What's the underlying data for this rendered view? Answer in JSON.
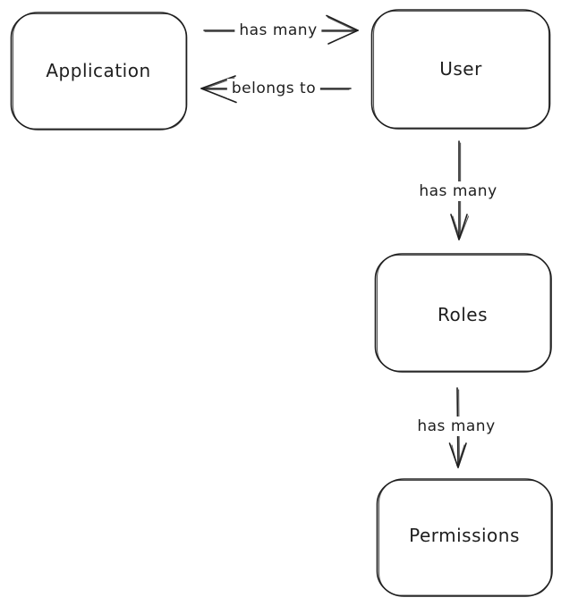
{
  "canvas": {
    "background_color": "#ffffff",
    "stroke_color": "#1e1e1e"
  },
  "diagram": {
    "nodes": [
      {
        "id": "application",
        "label": "Application"
      },
      {
        "id": "user",
        "label": "User"
      },
      {
        "id": "roles",
        "label": "Roles"
      },
      {
        "id": "permissions",
        "label": "Permissions"
      }
    ],
    "edges": [
      {
        "from": "application",
        "to": "user",
        "label": "has many",
        "direction": "right"
      },
      {
        "from": "user",
        "to": "application",
        "label": "belongs to",
        "direction": "left"
      },
      {
        "from": "user",
        "to": "roles",
        "label": "has many",
        "direction": "down"
      },
      {
        "from": "roles",
        "to": "permissions",
        "label": "has many",
        "direction": "down"
      }
    ]
  }
}
